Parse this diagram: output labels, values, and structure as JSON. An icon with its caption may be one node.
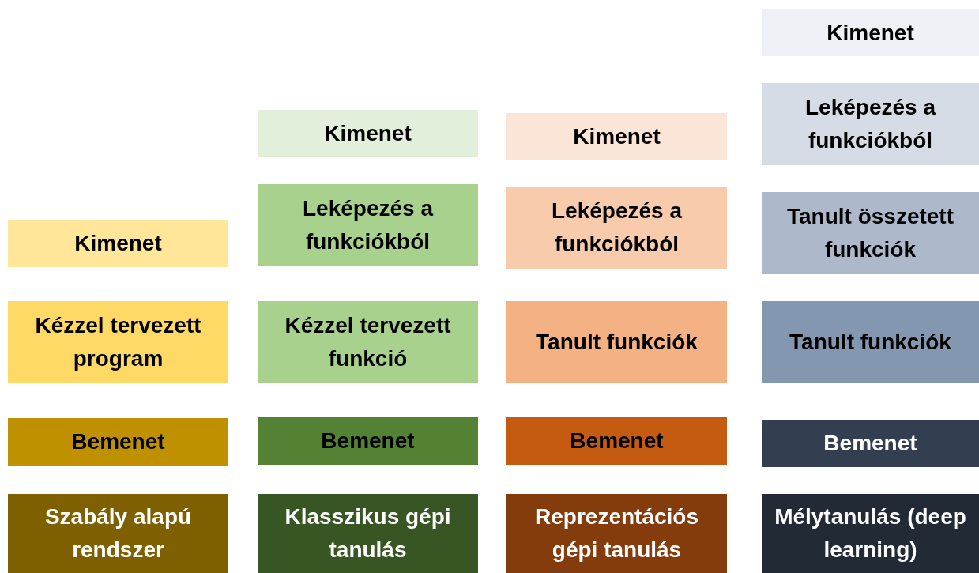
{
  "diagram": {
    "nodes": [
      {
        "text": [
          "Kimenet"
        ]
      },
      {
        "text": [
          "Kézzel tervezett program"
        ]
      },
      {
        "text": [
          "Bemenet"
        ]
      },
      {
        "text": [
          "Szabály alapú rendszer"
        ]
      },
      {
        "text": [
          "Kimenet"
        ]
      },
      {
        "text": [
          "Leképezés a funkciókból"
        ]
      },
      {
        "text": [
          "Kézzel tervezett funkció"
        ]
      },
      {
        "text": [
          "Bemenet"
        ]
      },
      {
        "text": [
          "Klasszikus gépi tanulás"
        ]
      },
      {
        "text": [
          "Kimenet"
        ]
      },
      {
        "text": [
          "Leképezés a funkciókból"
        ]
      },
      {
        "text": [
          "Tanult funkciók"
        ]
      },
      {
        "text": [
          "Bemenet"
        ]
      },
      {
        "text": [
          "Reprezentációs gépi tanulás"
        ]
      },
      {
        "text": [
          "Kimenet"
        ]
      },
      {
        "text": [
          "Leképezés a funkciókból"
        ]
      },
      {
        "text": [
          "Tanult összetett funkciók"
        ]
      },
      {
        "text": [
          "Tanult funkciók"
        ]
      },
      {
        "text": [
          "Bemenet"
        ]
      },
      {
        "text": [
          "Mélytanulás (deep learning)"
        ]
      }
    ]
  }
}
